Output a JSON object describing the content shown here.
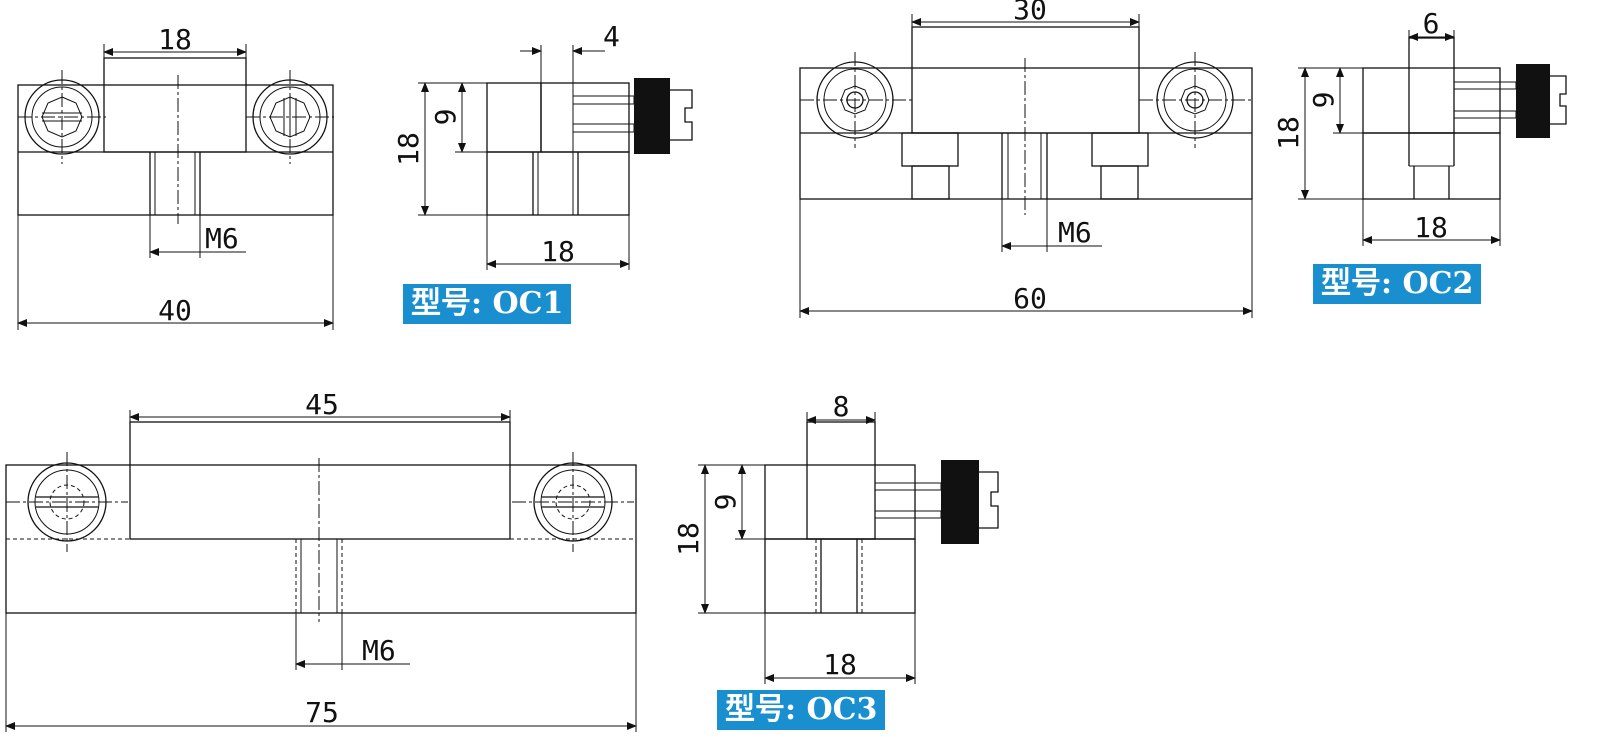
{
  "models": [
    {
      "label": "型号: OC1",
      "overall": "40",
      "block": "18",
      "thread": "M6",
      "tab": "4",
      "height": "18",
      "half": "9",
      "depth": "18"
    },
    {
      "label": "型号: OC2",
      "overall": "60",
      "block": "30",
      "thread": "M6",
      "tab": "6",
      "height": "18",
      "half": "9",
      "depth": "18"
    },
    {
      "label": "型号: OC3",
      "overall": "75",
      "block": "45",
      "thread": "M6",
      "tab": "8",
      "height": "18",
      "half": "9",
      "depth": "18"
    }
  ],
  "colors": {
    "label_bg": "#1a8fd0",
    "line": "#111111"
  }
}
